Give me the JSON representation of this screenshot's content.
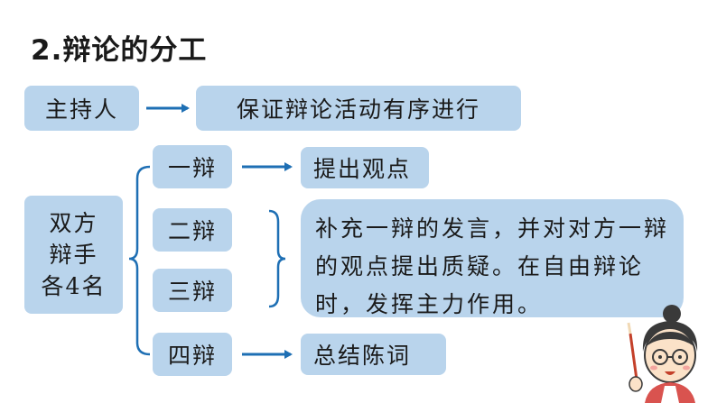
{
  "title": "2.辩论的分工",
  "host": {
    "label": "主持人",
    "duty": "保证辩论活动有序进行"
  },
  "team": {
    "label_lines": [
      "双方",
      "辩手",
      "各4名"
    ]
  },
  "debaters": [
    {
      "label": "一辩",
      "duty": "提出观点"
    },
    {
      "label": "二辩"
    },
    {
      "label": "三辩"
    },
    {
      "label": "四辩",
      "duty": "总结陈词"
    }
  ],
  "middle_duty": "补充一辩的发言，并对对方一辩的观点提出质疑。在自由辩论时，发挥主力作用。",
  "colors": {
    "box_fill": "#b9d4ec",
    "arrow": "#1e6fb4",
    "text": "#1a1a1a"
  }
}
